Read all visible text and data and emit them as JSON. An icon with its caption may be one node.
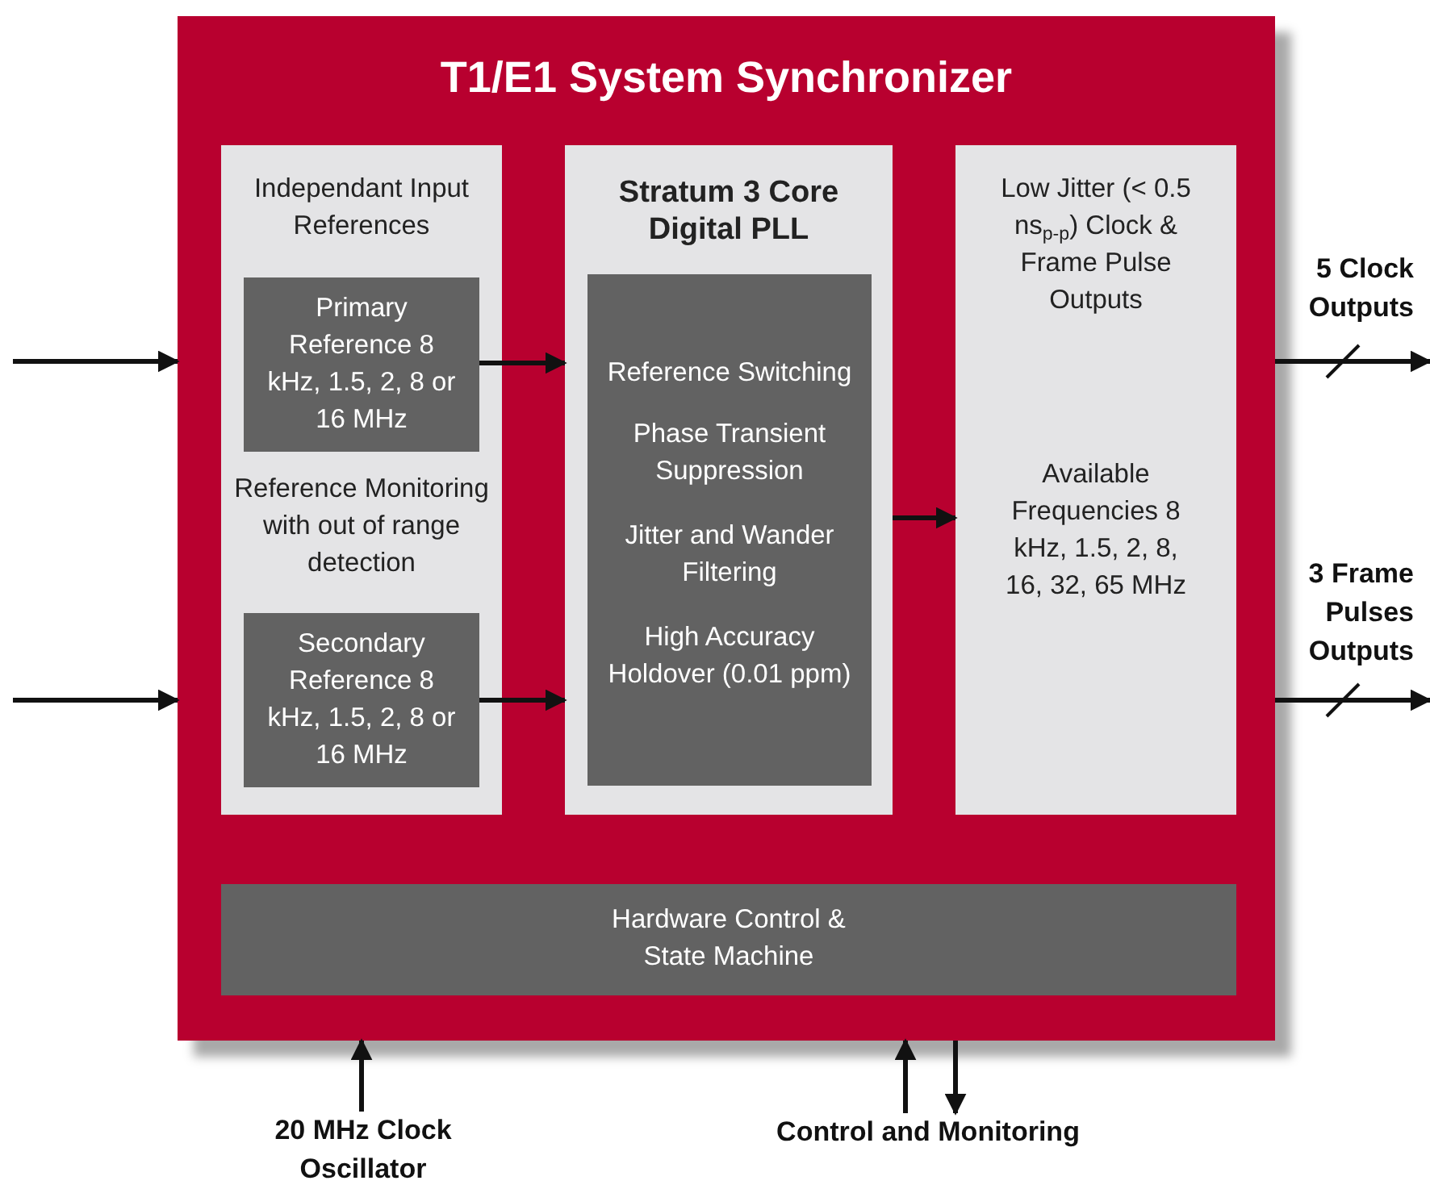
{
  "diagram": {
    "nodes": [
      {
        "text": [
          "T1/E1 System Synchronizer"
        ]
      },
      {
        "text": [
          "Independant Input References",
          "Reference Monitoring with out of range detection"
        ],
        "in": 0
      },
      {
        "text": [
          "Primary Reference 8 kHz, 1.5, 2, 8 or 16 MHz"
        ],
        "in": 1
      },
      {
        "text": [
          "Secondary Reference 8 kHz, 1.5, 2, 8 or 16 MHz"
        ],
        "in": 1
      },
      {
        "text": [
          "Stratum 3 Core Digital PLL"
        ],
        "in": 0
      },
      {
        "text": [
          "Reference Switching",
          "Phase Transient Suppression",
          "Jitter and Wander Filtering",
          "High Accuracy Holdover (0.01 ppm)"
        ],
        "in": 4
      },
      {
        "text": [
          "Low Jitter (< 0.5 ns$_{p-p}$) Clock & Frame Pulse Outputs",
          "Available Frequencies 8 kHz, 1.5, 2, 8, 16, 32, 65 MHz"
        ],
        "in": 0
      },
      {
        "text": [
          "Hardware Control & State Machine"
        ],
        "in": 0
      },
      {
        "text": [
          "20 MHz Clock Oscillator"
        ]
      },
      {
        "text": [
          "Control and Monitoring"
        ]
      }
    ],
    "edges": [
      {
        "from": null,
        "to": 0,
        "arrow": "to"
      },
      {
        "from": null,
        "to": 0,
        "arrow": "to"
      },
      {
        "from": 2,
        "to": 4,
        "arrow": "to"
      },
      {
        "from": 3,
        "to": 4,
        "arrow": "to"
      },
      {
        "from": 4,
        "to": 6,
        "arrow": "to"
      },
      {
        "from": 0,
        "to": null,
        "arrow": "to",
        "label": "5 Clock Outputs"
      },
      {
        "from": 0,
        "to": null,
        "arrow": "to",
        "label": "3 Frame Pulses Outputs"
      },
      {
        "from": 8,
        "to": 0,
        "arrow": "to"
      },
      {
        "from": 9,
        "to": 0,
        "arrow": "to"
      },
      {
        "from": 0,
        "to": 9,
        "arrow": "to"
      }
    ]
  }
}
